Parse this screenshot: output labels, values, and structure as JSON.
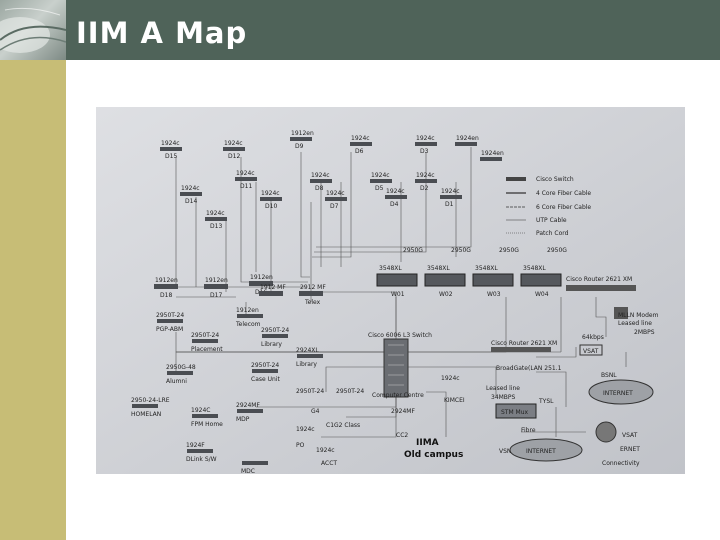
{
  "slide": {
    "title": "IIM A Map"
  },
  "diagram": {
    "legend": [
      "Cisco Switch",
      "4 Core Fiber Cable",
      "6 Core Fiber Cable",
      "UTP Cable",
      "Patch Cord"
    ],
    "top_switches": [
      {
        "model": "1924c",
        "id": "D15"
      },
      {
        "model": "1924c",
        "id": "D12"
      },
      {
        "model": "1912en",
        "id": "D9"
      },
      {
        "model": "1924c",
        "id": "D6"
      },
      {
        "model": "1924c",
        "id": "D3"
      },
      {
        "model": "1924en",
        "id": ""
      },
      {
        "model": "1924en",
        "id": ""
      },
      {
        "model": "1924c",
        "id": "D11"
      },
      {
        "model": "1924c",
        "id": "D8"
      },
      {
        "model": "1924c",
        "id": "D5"
      },
      {
        "model": "1924c",
        "id": "D2"
      },
      {
        "model": "1924c",
        "id": "D14"
      },
      {
        "model": "1924c",
        "id": "D10"
      },
      {
        "model": "1924c",
        "id": "D7"
      },
      {
        "model": "1924c",
        "id": "D4"
      },
      {
        "model": "1924c",
        "id": "D1"
      },
      {
        "model": "1924c",
        "id": "D13"
      }
    ],
    "mid_switches": [
      {
        "model": "1912en",
        "id": "D18"
      },
      {
        "model": "1912en",
        "id": "D17"
      },
      {
        "model": "1912en",
        "id": "D16"
      },
      {
        "model": "1912 MF",
        "id": ""
      },
      {
        "model": "2912 MF",
        "id": "Telex"
      }
    ],
    "core_switches": [
      {
        "model": "2950G",
        "sub": "3548XL",
        "id": "W01"
      },
      {
        "model": "2950G",
        "sub": "3548XL",
        "id": "W02"
      },
      {
        "model": "2950G",
        "sub": "3548XL",
        "id": "W03"
      },
      {
        "model": "2950G",
        "sub": "3548XL",
        "id": "W04"
      }
    ],
    "left_nodes": [
      {
        "model": "2950T-24",
        "id": "PGP-ABM"
      },
      {
        "model": "2950T-24",
        "id": "Placement"
      },
      {
        "model": "2950G-48",
        "id": "Alumni"
      },
      {
        "model": "2950-24-LRE",
        "id": "HOMELAN"
      },
      {
        "model": "1912en",
        "id": "Telecom"
      },
      {
        "model": "2950T-24",
        "id": "Library"
      },
      {
        "model": "2950T-24",
        "id": "Case Unit"
      },
      {
        "model": "2924XL",
        "id": "Library"
      },
      {
        "model": "1924C",
        "id": "FPM Home"
      },
      {
        "model": "2924MF",
        "id": "MDP"
      },
      {
        "model": "1924F",
        "id": "DLink S/W"
      },
      {
        "model": "",
        "id": "MDC"
      }
    ],
    "center_nodes": [
      {
        "label": "Cisco 6006 L3 Switch"
      },
      {
        "label": "Computer Centre"
      },
      {
        "label": "2950T-24"
      },
      {
        "label": "2950T-24"
      },
      {
        "label": "G4"
      },
      {
        "label": "C1G2 Class"
      },
      {
        "label": "1924c"
      },
      {
        "label": "PO"
      },
      {
        "label": "1924c"
      },
      {
        "label": "ACCT"
      },
      {
        "label": "CC2"
      },
      {
        "label": "2924MF"
      },
      {
        "label": "1924c"
      },
      {
        "label": "KIMCEI"
      }
    ],
    "wan": {
      "router1": "Cisco Router 2621 XM",
      "modem": "MLLN Modem",
      "leased_line": "Leased line",
      "speed1": "2MBPS",
      "speed2": "64kbps",
      "vsat": "VSAT",
      "bsnl": "BSNL",
      "internet": "INTERNET",
      "router2": "Cisco Router 2621 XM",
      "broadgate": "BroadGate(LAN 251.1",
      "leased2": "Leased line",
      "speed3": "34MBPS",
      "tysl": "TYSL",
      "stm": "STM Mux",
      "fibre": "Fibre",
      "vsnl": "VSNL",
      "ernet": "ERNET",
      "connectivity": "Connectivity",
      "campus": "IIMA",
      "campus2": "Old campus"
    }
  }
}
